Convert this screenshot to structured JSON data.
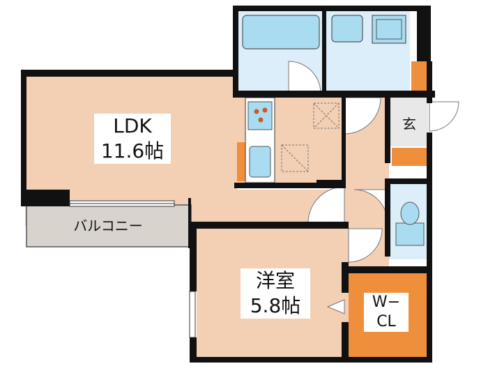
{
  "rooms": {
    "ldk": {
      "name": "LDK",
      "size": "11.6帖"
    },
    "western": {
      "name": "洋室",
      "size": "5.8帖"
    },
    "wcl": {
      "line1": "W−",
      "line2": "CL"
    },
    "entrance": {
      "name": "玄"
    },
    "balcony": {
      "name": "バルコニー"
    }
  },
  "colors": {
    "floor": "#f3cfb4",
    "wall": "#111111",
    "wet_area": "#dceefa",
    "fixture": "#a9dcf1",
    "closet": "#ef8e3b",
    "balcony": "#d9d3cd",
    "door_swing": "#ffffff"
  }
}
